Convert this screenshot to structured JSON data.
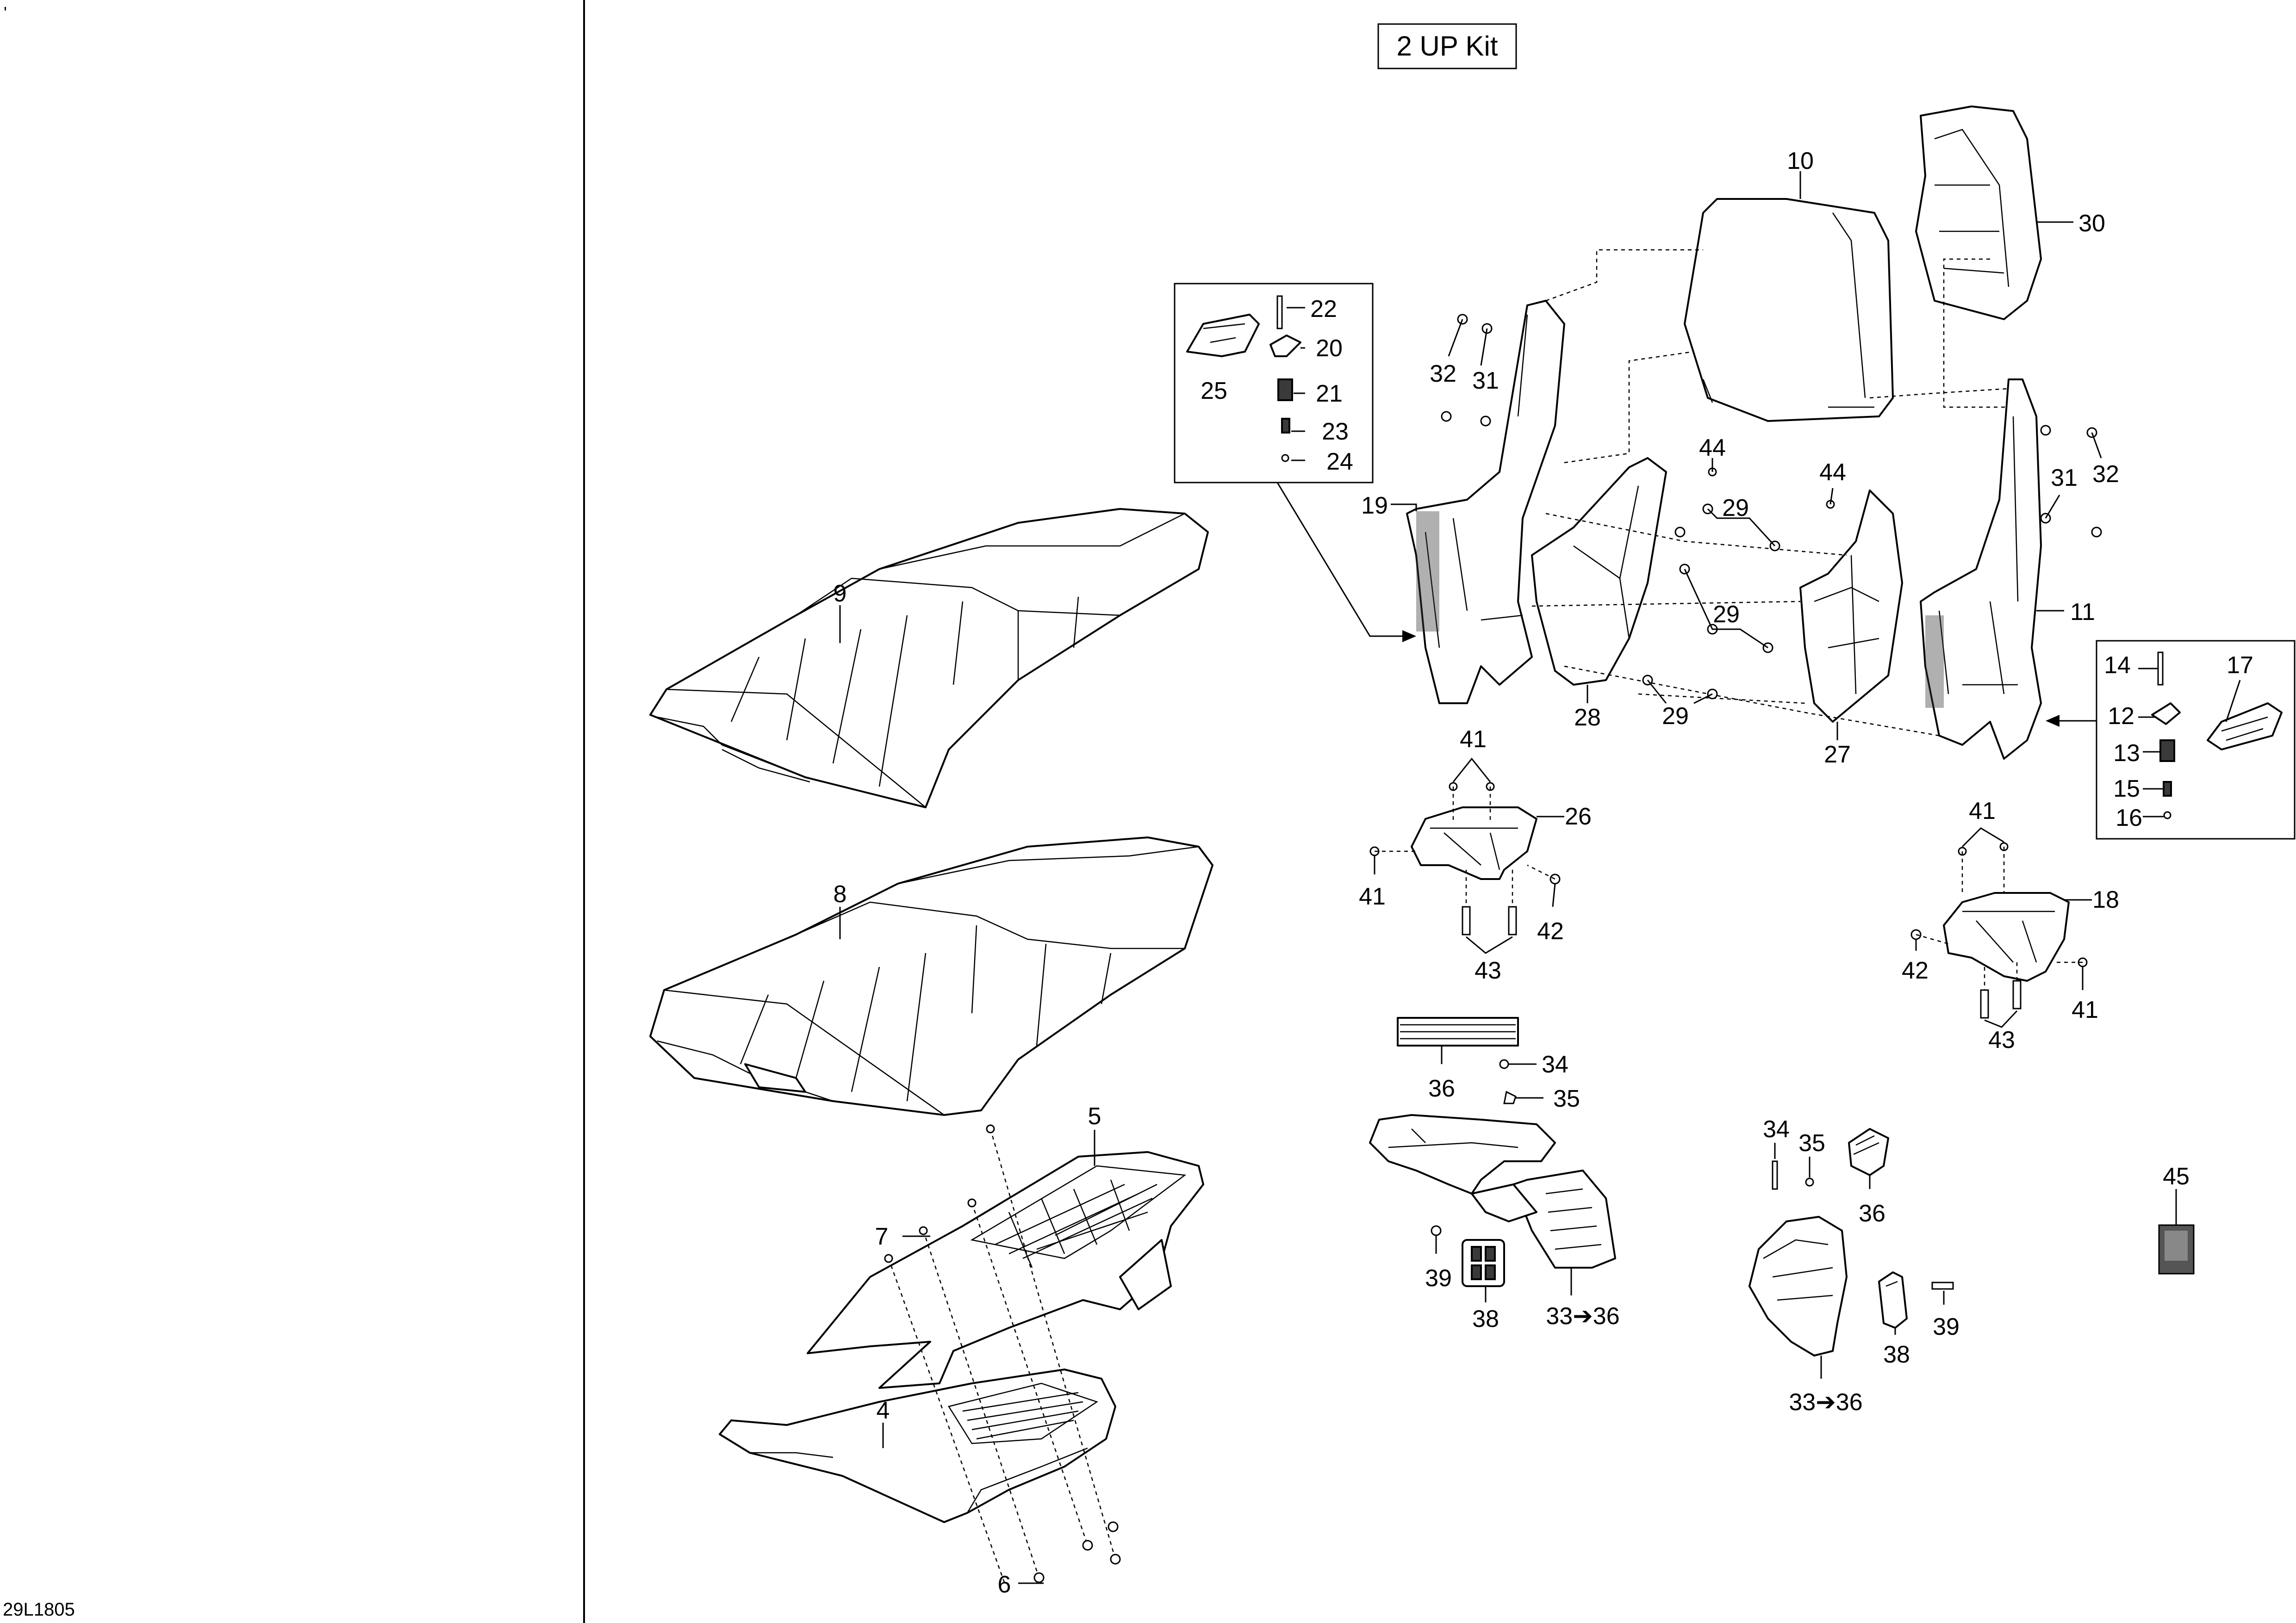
{
  "tick_mark": "'",
  "drawing_code": "29L1805",
  "kit_title": "2 UP Kit",
  "callouts": {
    "c4": "4",
    "c5": "5",
    "c6": "6",
    "c7": "7",
    "c8": "8",
    "c9": "9",
    "c10": "10",
    "c11": "11",
    "c12": "12",
    "c13": "13",
    "c14": "14",
    "c15": "15",
    "c16": "16",
    "c17": "17",
    "c18": "18",
    "c19": "19",
    "c20": "20",
    "c21": "21",
    "c22": "22",
    "c23": "23",
    "c24": "24",
    "c25": "25",
    "c26": "26",
    "c27": "27",
    "c28": "28",
    "c29a": "29",
    "c29b": "29",
    "c29c": "29",
    "c30": "30",
    "c31a": "31",
    "c31b": "31",
    "c32a": "32",
    "c32b": "32",
    "c33a": "33➔36",
    "c33b": "33➔36",
    "c34a": "34",
    "c34b": "34",
    "c35a": "35",
    "c35b": "35",
    "c36a": "36",
    "c36b": "36",
    "c38a": "38",
    "c38b": "38",
    "c39a": "39",
    "c39b": "39",
    "c41a": "41",
    "c41b": "41",
    "c41c": "41",
    "c41d": "41",
    "c42a": "42",
    "c42b": "42",
    "c43a": "43",
    "c43b": "43",
    "c44a": "44",
    "c44b": "44",
    "c45": "45"
  }
}
